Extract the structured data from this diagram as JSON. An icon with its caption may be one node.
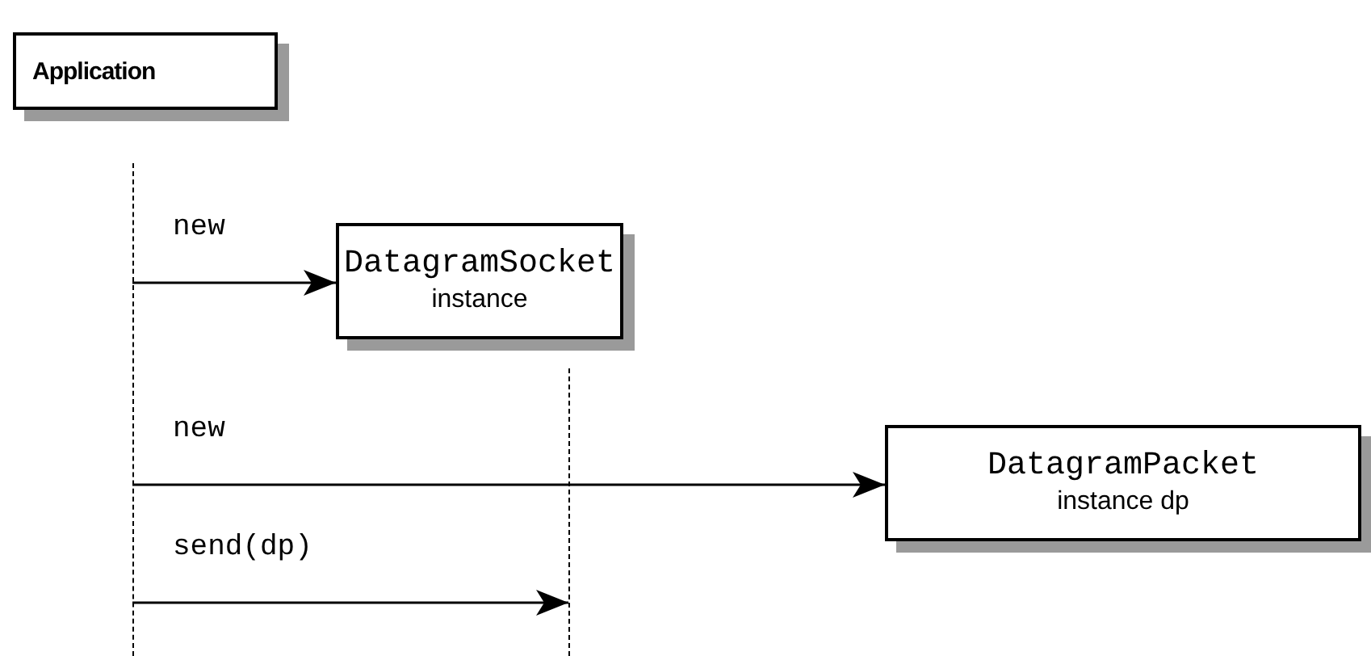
{
  "diagram": {
    "nodes": [
      {
        "text": [
          "Application"
        ]
      },
      {
        "text": [],
        "shape": "line"
      },
      {
        "text": [
          "DatagramSocket",
          "instance"
        ]
      },
      {
        "text": [],
        "shape": "line"
      },
      {
        "text": [
          "DatagramPacket",
          "instance dp"
        ]
      }
    ],
    "edges": [
      {
        "from": 1,
        "to": 2,
        "arrow": "to",
        "label": "new"
      },
      {
        "from": 1,
        "to": 4,
        "arrow": "to",
        "label": "new"
      },
      {
        "from": 1,
        "to": 3,
        "arrow": "to",
        "label": "send(dp)"
      }
    ]
  }
}
